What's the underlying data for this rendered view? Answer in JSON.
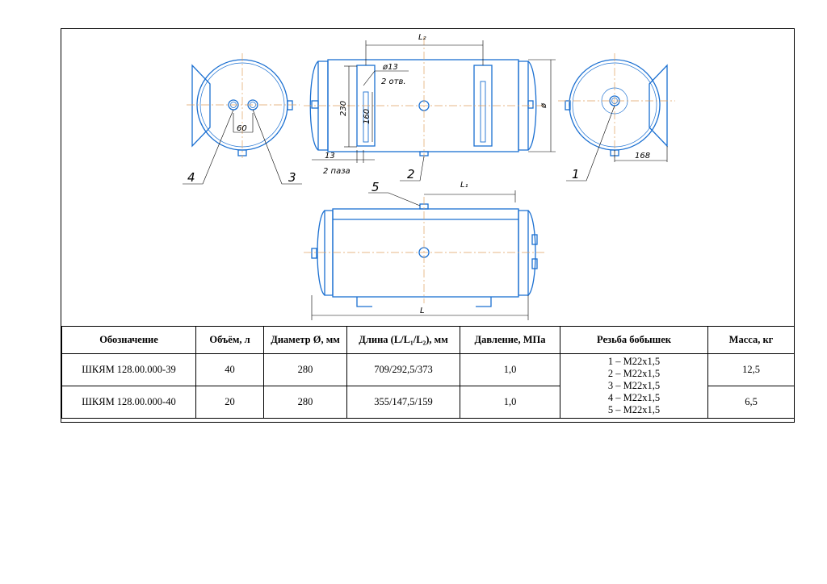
{
  "drawing": {
    "dims": {
      "l2": "L₂",
      "l1": "L₁",
      "l": "L",
      "d13": "ø13",
      "holes": "2 отв.",
      "h230": "230",
      "h160": "160",
      "w13": "13",
      "slots": "2 паза",
      "w60": "60",
      "w168": "168",
      "dia": "ø"
    },
    "callouts": [
      "1",
      "2",
      "3",
      "4",
      "5"
    ],
    "line_color": "#1a6fd1",
    "axis_color": "#e0a060"
  },
  "table": {
    "headers": [
      "Обозначение",
      "Объём, л",
      "Диаметр Ø, мм",
      "Длина (L/L₁/L₂), мм",
      "Давление, МПа",
      "Резьба бобышек",
      "Масса, кг"
    ],
    "rows": [
      {
        "designation": "ШКЯМ 128.00.000-39",
        "volume": "40",
        "diameter": "280",
        "length": "709/292,5/373",
        "pressure": "1,0",
        "mass": "12,5"
      },
      {
        "designation": "ШКЯМ 128.00.000-40",
        "volume": "20",
        "diameter": "280",
        "length": "355/147,5/159",
        "pressure": "1,0",
        "mass": "6,5"
      }
    ],
    "threads": [
      "1 – М22х1,5",
      "2 – М22х1,5",
      "3 – М22х1,5",
      "4 – М22х1,5",
      "5 – М22х1,5"
    ]
  }
}
